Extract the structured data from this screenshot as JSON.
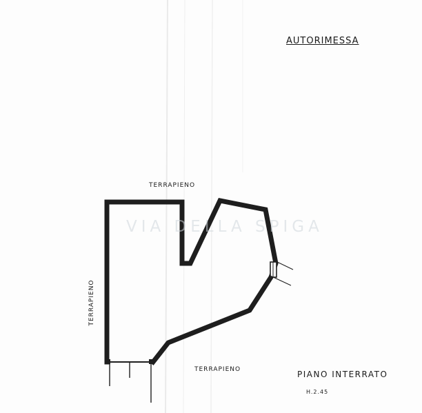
{
  "title": "AUTORIMESSA",
  "surroundings": {
    "top": "TERRAPIENO",
    "left": "TERRAPIENO",
    "bottom": "TERRAPIENO"
  },
  "floor": {
    "name": "PIANO  INTERRATO",
    "height": "H.2.45"
  },
  "watermark": "VIA DELLA SPIGA",
  "colors": {
    "wall": "#1e1e1e",
    "paper": "#fdfdfd",
    "text": "#1a1a1a",
    "watermark": "#cfd6dc"
  }
}
